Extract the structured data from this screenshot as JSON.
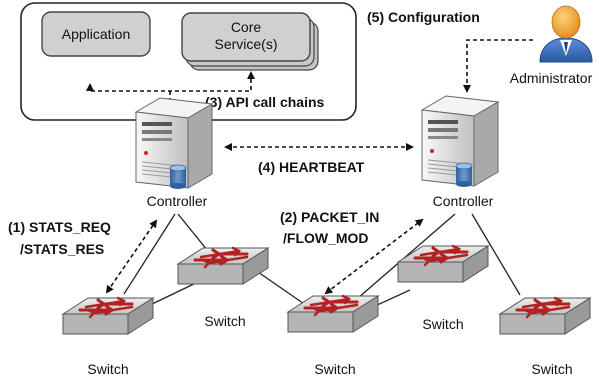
{
  "services": {
    "application": "Application",
    "core_line1": "Core",
    "core_line2": "Service(s)"
  },
  "arrows": {
    "api_call_chains": "(3) API call chains",
    "heartbeat": "(4) HEARTBEAT",
    "configuration": "(5) Configuration",
    "stats_line1": "(1) STATS_REQ",
    "stats_line2": "/STATS_RES",
    "packet_line1": "(2) PACKET_IN",
    "packet_line2": "/FLOW_MOD"
  },
  "nodes": {
    "controller_left": "Controller",
    "controller_right": "Controller",
    "administrator": "Administrator",
    "switch_1": "Switch",
    "switch_2": "Switch",
    "switch_3": "Switch",
    "switch_4": "Switch",
    "switch_5": "Switch"
  },
  "colors": {
    "service_box": "#d0d0d0",
    "switch_body": "#c8c8c8",
    "switch_arrow": "#b22222",
    "server_body": "#ececec",
    "disk": "#4a78b0",
    "admin_head": "#f2a030",
    "admin_body": "#3a6fb8"
  }
}
